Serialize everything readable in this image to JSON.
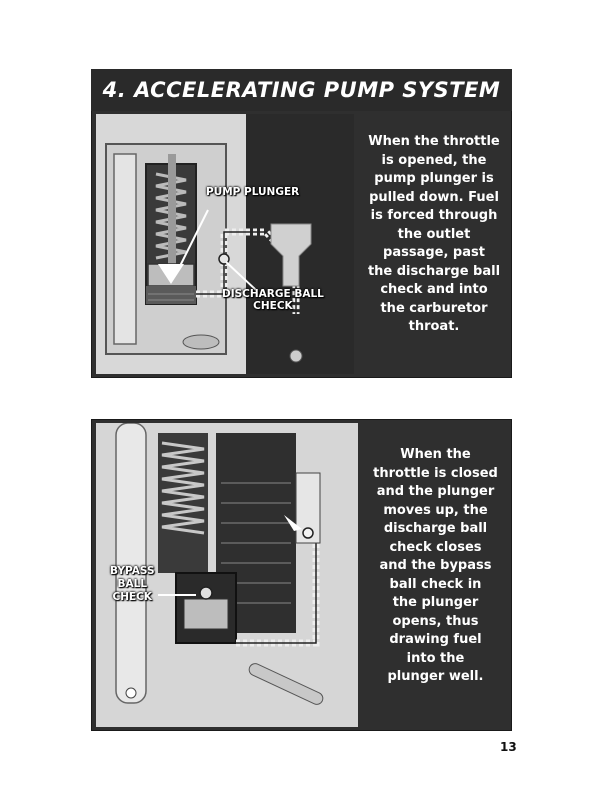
{
  "top_panel": {
    "title": "4. ACCELERATING PUMP SYSTEM",
    "caption": "When the throttle\nis opened, the\npump plunger is\npulled down.  Fuel\nis forced through\nthe outlet\npassage, past\nthe discharge ball\ncheck and into\nthe carburetor\nthroat.",
    "callouts": {
      "pump_plunger": "PUMP PLUNGER",
      "discharge_ball_check": "DISCHARGE BALL\nCHECK"
    }
  },
  "bottom_panel": {
    "caption": "When the\nthrottle is closed\nand the plunger\nmoves up, the\ndischarge ball\ncheck closes\nand the bypass\nball check in\nthe plunger\nopens, thus\ndrawing fuel\ninto the\nplunger well.",
    "callouts": {
      "bypass_ball_check": "BYPASS\nBALL\nCHECK"
    }
  },
  "page_number": "13"
}
